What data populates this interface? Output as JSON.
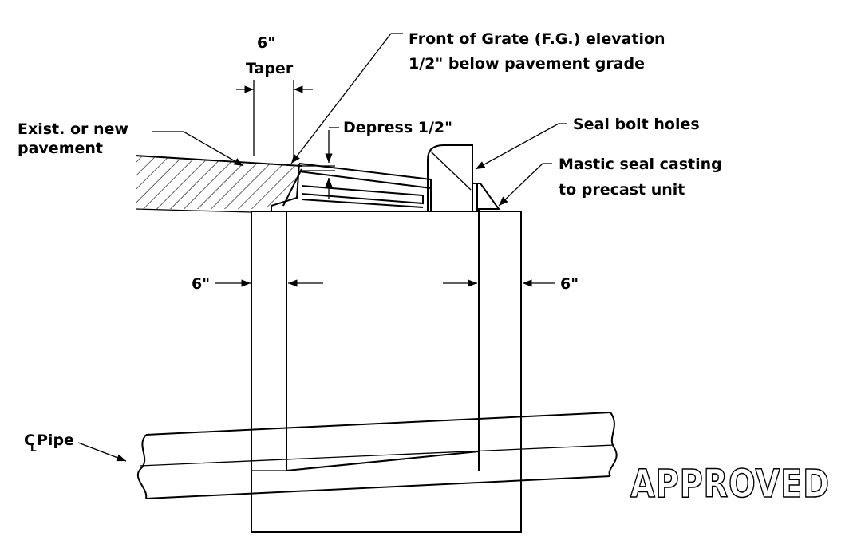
{
  "labels": {
    "taper_dim": "6\"",
    "taper_word": "Taper",
    "front_grate_line1": "Front of Grate (F.G.) elevation",
    "front_grate_line2": "1/2\" below pavement grade",
    "pavement_line1": "Exist. or new",
    "pavement_line2": "pavement",
    "depress": "Depress 1/2\"",
    "seal_bolt": "Seal bolt holes",
    "mastic_line1": "Mastic seal casting",
    "mastic_line2": "to precast unit",
    "wall_left": "6\"",
    "wall_right": "6\"",
    "pipe_prefix": "C",
    "pipe_sub": "L",
    "pipe_label": " Pipe"
  },
  "stamp": {
    "text": "APPROVED"
  }
}
